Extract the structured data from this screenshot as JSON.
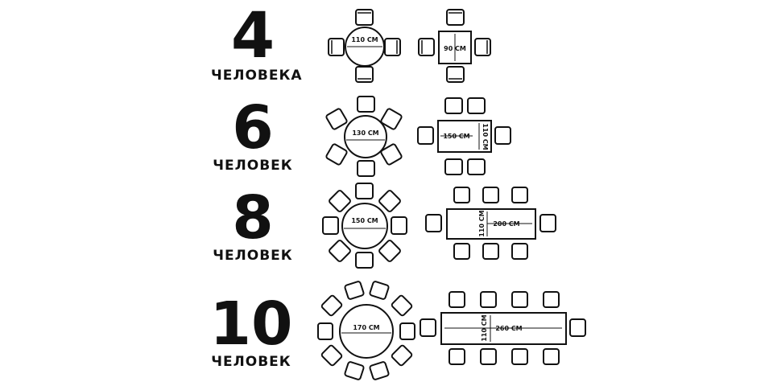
{
  "rows": [
    {
      "number": "4",
      "word": "ЧЕЛОВЕКА",
      "round": "110 CM",
      "rect_a": "90 CM",
      "rect_b": ""
    },
    {
      "number": "6",
      "word": "ЧЕЛОВЕК",
      "round": "130 CM",
      "rect_a": "150 CM",
      "rect_b": "110 CM"
    },
    {
      "number": "8",
      "word": "ЧЕЛОВЕК",
      "round": "150 CM",
      "rect_a": "110 CM",
      "rect_b": "200 CM"
    },
    {
      "number": "10",
      "word": "ЧЕЛОВЕК",
      "round": "170 CM",
      "rect_a": "110 CM",
      "rect_b": "260 CM"
    }
  ]
}
